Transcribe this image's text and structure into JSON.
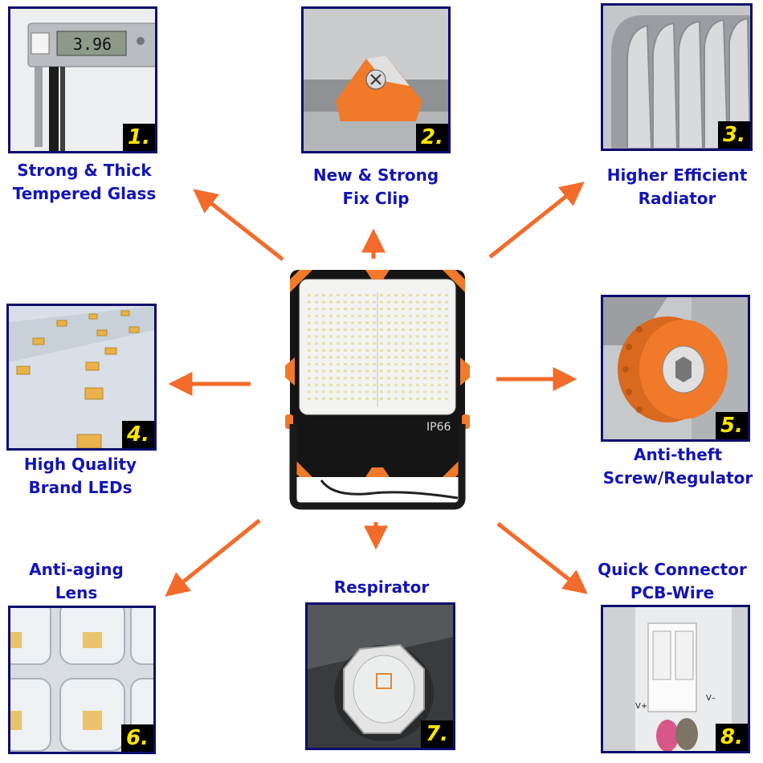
{
  "colors": {
    "caption": "#1414b4",
    "arrow": "#f26b2a",
    "frame": "#0d0d6e",
    "badge_bg": "#000000",
    "badge_fg": "#ffe500",
    "accent_orange": "#f07a2a"
  },
  "features": [
    {
      "number": "1.",
      "lines": [
        "Strong & Thick",
        "Tempered Glass"
      ],
      "icon": "caliper-icon"
    },
    {
      "number": "2.",
      "lines": [
        "New & Strong",
        "Fix Clip"
      ],
      "icon": "clip-icon"
    },
    {
      "number": "3.",
      "lines": [
        "Higher Efficient",
        "Radiator"
      ],
      "icon": "heatsink-icon"
    },
    {
      "number": "4.",
      "lines": [
        "High Quality",
        "Brand LEDs"
      ],
      "icon": "led-chip-icon"
    },
    {
      "number": "5.",
      "lines": [
        "Anti-theft",
        "Screw/Regulator"
      ],
      "icon": "screw-regulator-icon"
    },
    {
      "number": "6.",
      "lines": [
        "Anti-aging",
        "Lens"
      ],
      "icon": "lens-icon"
    },
    {
      "number": "7.",
      "lines": [
        "Respirator"
      ],
      "icon": "respirator-icon"
    },
    {
      "number": "8.",
      "lines": [
        "Quick Connector",
        "PCB-Wire"
      ],
      "icon": "connector-icon"
    }
  ],
  "panel_text": {
    "caliper_reading": "3.96",
    "product_rating": "IP66",
    "connector_pos": "V+",
    "connector_neg": "V–"
  }
}
